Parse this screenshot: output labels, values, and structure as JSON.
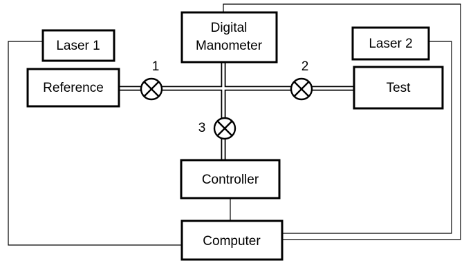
{
  "boxes": {
    "laser1": "Laser 1",
    "reference": "Reference",
    "manometer_line1": "Digital",
    "manometer_line2": "Manometer",
    "laser2": "Laser 2",
    "test": "Test",
    "controller": "Controller",
    "computer": "Computer"
  },
  "valves": {
    "v1": "1",
    "v2": "2",
    "v3": "3"
  }
}
